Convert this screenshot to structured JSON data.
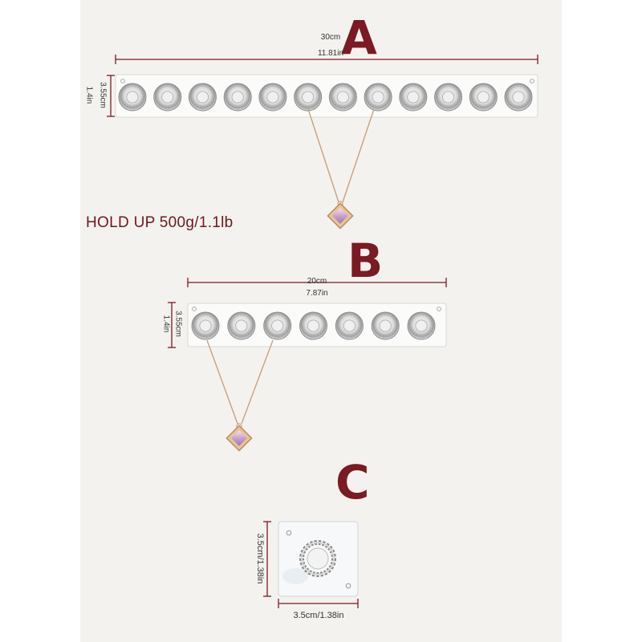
{
  "products": [
    {
      "letter": "A",
      "width_metric": "30cm",
      "width_imperial": "11.81in",
      "height_metric": "3.55cm",
      "height_imperial": "1.4in",
      "knob_count": 12
    },
    {
      "letter": "B",
      "width_metric": "20cm",
      "width_imperial": "7.87in",
      "height_metric": "3.55cm",
      "height_imperial": "1.4in",
      "knob_count": 7
    },
    {
      "letter": "C",
      "width_label": "3.5cm/1.38in",
      "height_label": "3.5cm/1.38in",
      "knob_count": 1
    }
  ],
  "capacity_text": "HOLD UP 500g/1.1lb",
  "colors": {
    "letter": "#7b1a22",
    "dimension_line": "#7b1a22",
    "background": "#f4f2ee",
    "chain": "#c8a27c",
    "pendant_stone": "#d8b8d8"
  },
  "icons": [
    "crystal-knob-icon",
    "necklace-pendant-icon"
  ]
}
